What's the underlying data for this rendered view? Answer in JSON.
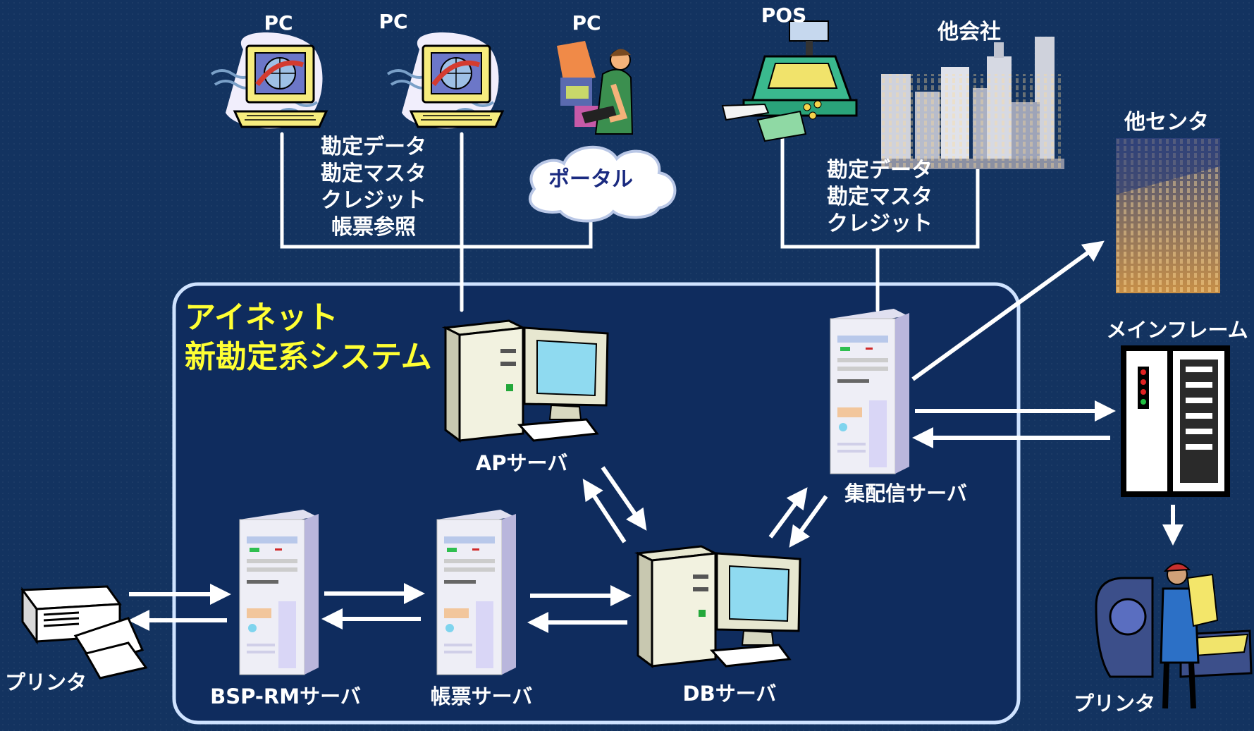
{
  "system": {
    "title_line1": "アイネット",
    "title_line2": "新勘定系システム"
  },
  "clients": {
    "pc1": "PC",
    "pc2": "PC",
    "pc3": "PC",
    "portal": "ポータル",
    "pos": "POS",
    "other_company": "他会社",
    "other_center": "他センタ",
    "mainframe": "メインフレーム"
  },
  "left_functions": [
    "勘定データ",
    "勘定マスタ",
    "クレジット",
    "帳票参照"
  ],
  "right_functions": [
    "勘定データ",
    "勘定マスタ",
    "クレジット"
  ],
  "servers": {
    "ap": "APサーバ",
    "db": "DBサーバ",
    "distribution": "集配信サーバ",
    "bsp_rm": "BSP-RMサーバ",
    "report": "帳票サーバ"
  },
  "printers": {
    "left": "プリンタ",
    "right": "プリンタ"
  },
  "colors": {
    "background": "#133360",
    "title": "#ffff33",
    "lines": "#ffffff"
  }
}
